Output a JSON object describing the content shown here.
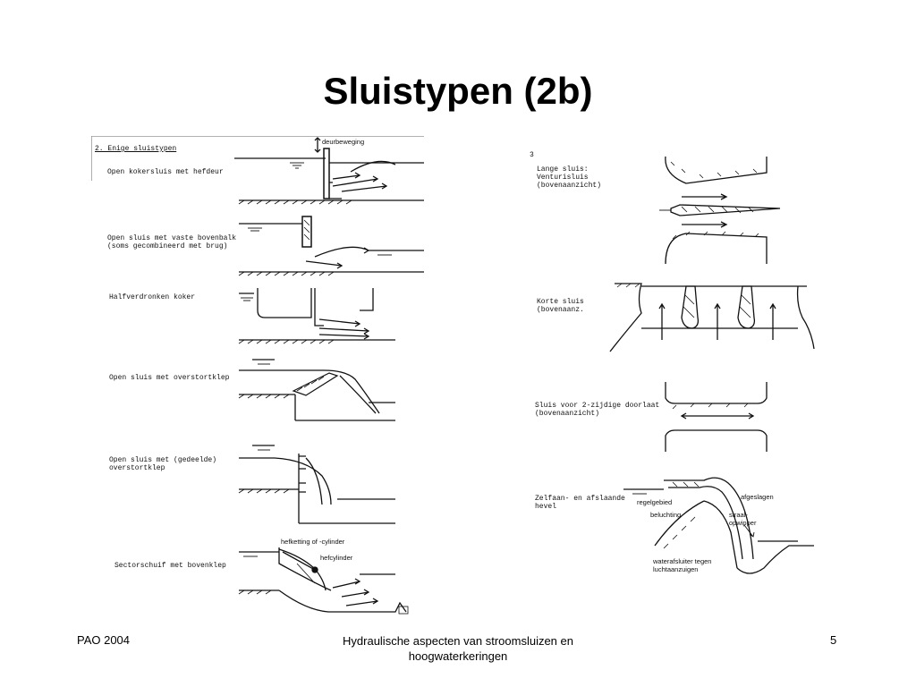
{
  "slide": {
    "title": "Sluistypen (2b)",
    "page_number": "5"
  },
  "footer": {
    "left": "PAO 2004",
    "center": "Hydraulische aspecten van stroomsluizen en hoogwaterkeringen"
  },
  "left_figure": {
    "section_heading": "2. Enige sluistypen",
    "items": [
      {
        "label": "Open kokersluis met hefdeur",
        "annotation": "deurbeweging"
      },
      {
        "label": "Open sluis met vaste bovenbalk\n(soms gecombineerd met brug)"
      },
      {
        "label": "Halfverdronken koker"
      },
      {
        "label": "Open sluis met overstortklep"
      },
      {
        "label": "Open sluis met (gedeelde)\noverstortklep"
      },
      {
        "label": "Sectorschuif met bovenklep",
        "annotations": [
          "hefketting of -cylinder",
          "hefcylinder"
        ]
      }
    ]
  },
  "right_figure": {
    "page_mark": "3",
    "items": [
      {
        "label": "Lange sluis:\nVenturisluis\n(bovenaanzicht)"
      },
      {
        "label": "Korte sluis\n(bovenaanz."
      },
      {
        "label": "Sluis voor 2-zijdige doorlaat\n(bovenaanzicht)"
      },
      {
        "label": "Zelfaan- en afslaande\nhevel",
        "annotations": [
          "regelgebied",
          "beluchting",
          "afgeslagen",
          "straal-\nopwipper",
          "waterafsluiter tegen\nluchtaanzuigen"
        ]
      }
    ]
  }
}
